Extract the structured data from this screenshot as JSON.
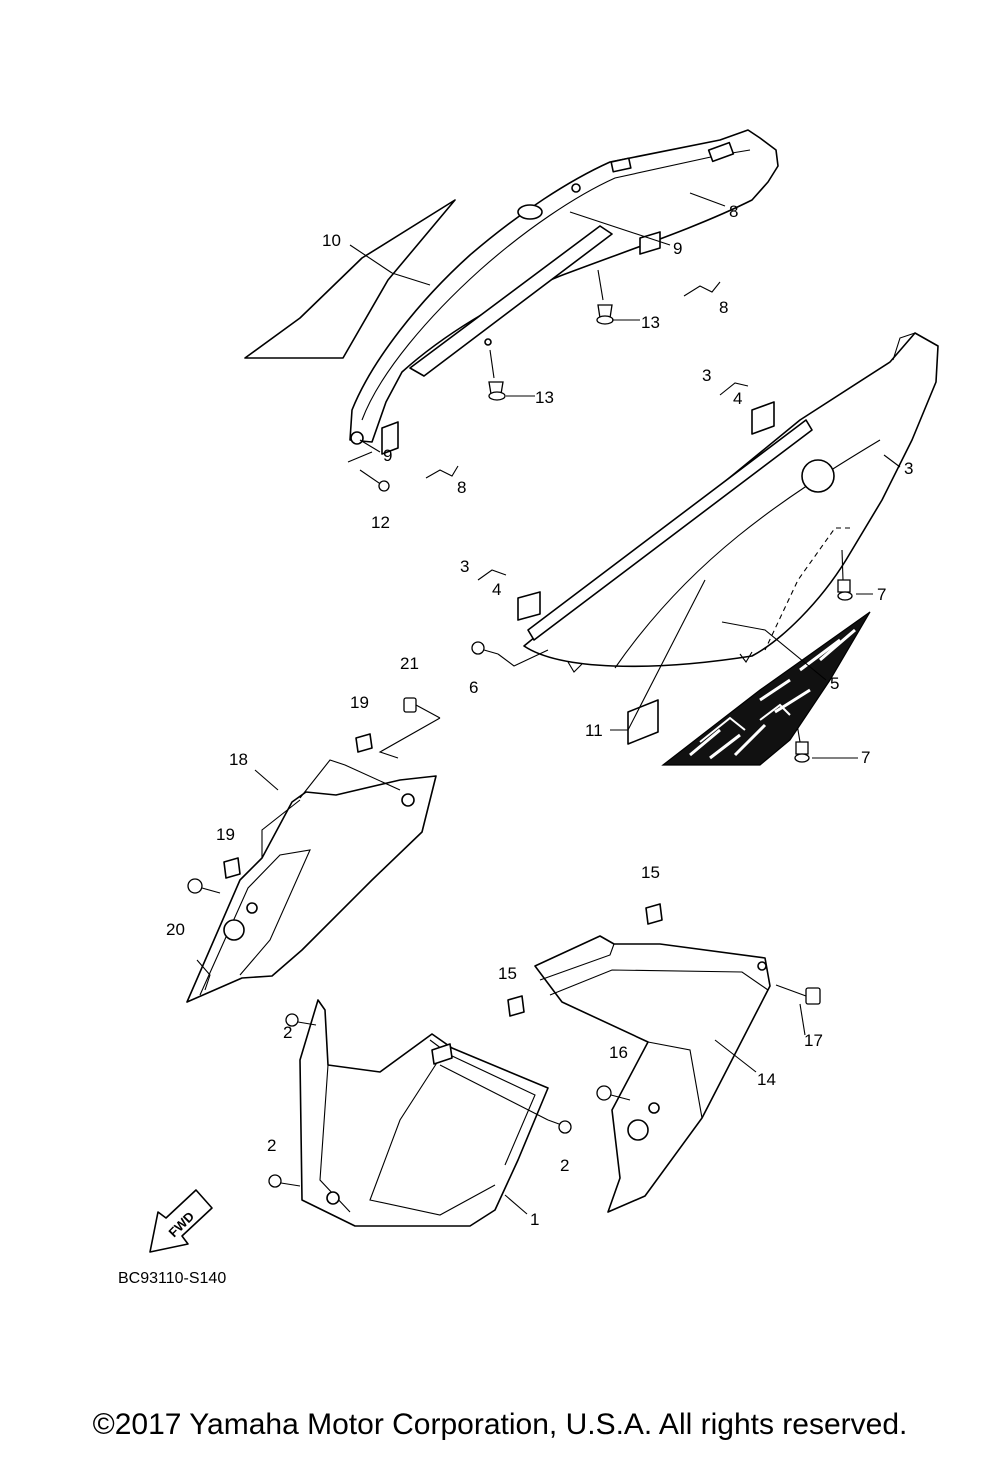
{
  "diagram": {
    "callouts": [
      "8",
      "10",
      "9",
      "8",
      "13",
      "13",
      "3",
      "4",
      "3",
      "9",
      "8",
      "12",
      "3",
      "4",
      "7",
      "21",
      "6",
      "5",
      "19",
      "11",
      "7",
      "18",
      "19",
      "20",
      "15",
      "15",
      "2",
      "17",
      "16",
      "14",
      "2",
      "2",
      "1"
    ],
    "fwd_label": "FWD",
    "diagram_code": "BC93110-S140"
  },
  "footer": {
    "copyright": "©2017 Yamaha Motor Corporation, U.S.A. All rights reserved."
  }
}
